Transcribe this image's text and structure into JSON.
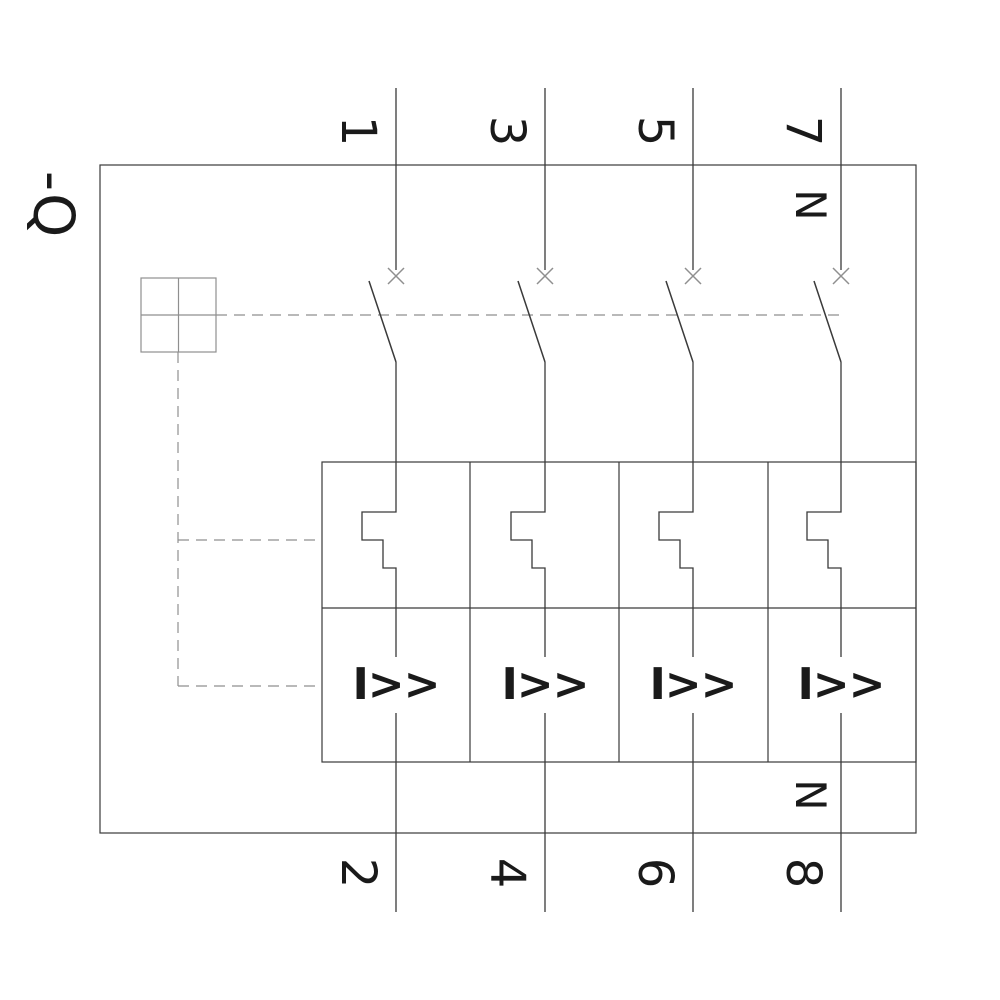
{
  "device_label": "-Q",
  "terminals": {
    "top": [
      "1",
      "3",
      "5",
      "7"
    ],
    "bottom": [
      "2",
      "4",
      "6",
      "8"
    ],
    "neutral_top": "N",
    "neutral_bottom": "N"
  },
  "poles": [
    {
      "trip_label": "I>>"
    },
    {
      "trip_label": "I>>"
    },
    {
      "trip_label": "I>>"
    },
    {
      "trip_label": "I>>"
    }
  ],
  "diagram": {
    "type": "circuit-breaker-schematic",
    "pole_count": 4,
    "colors": {
      "line": "#3a3a3a",
      "coupling": "#8f8f8f",
      "text": "#1a1a1a",
      "background": "#ffffff"
    }
  }
}
